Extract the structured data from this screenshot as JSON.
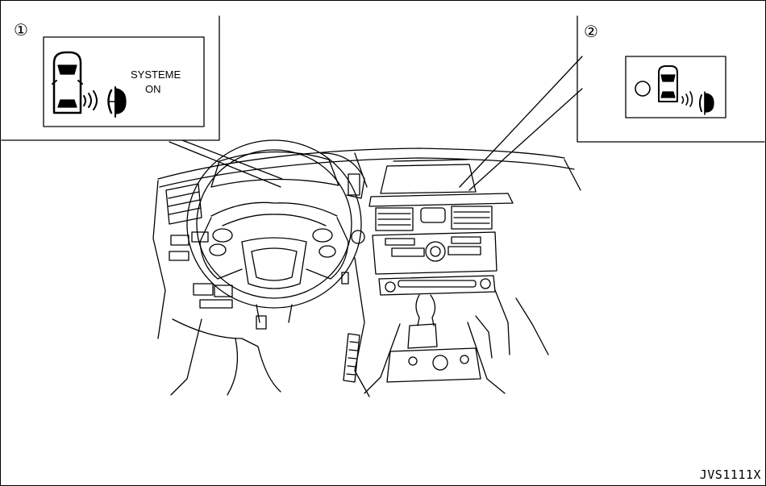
{
  "callouts": [
    {
      "number": "①",
      "line1": "SYSTEME",
      "line2": "ON"
    },
    {
      "number": "②"
    }
  ],
  "figure_id": "JVS1111X",
  "colors": {
    "ink": "#000000",
    "paper": "#ffffff"
  },
  "icons": [
    "car-top-view-icon",
    "sonar-wave-icon",
    "person-icon",
    "indicator-circle-icon"
  ]
}
